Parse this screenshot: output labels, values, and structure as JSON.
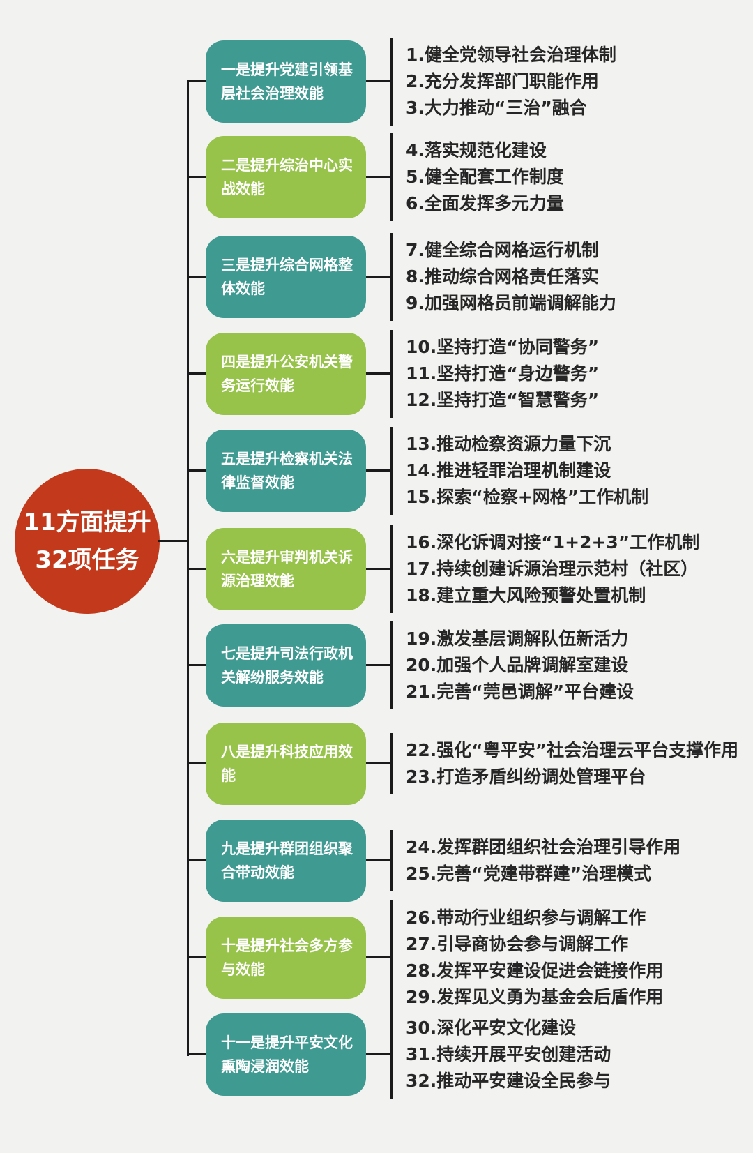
{
  "colors": {
    "teal": "#3f9a92",
    "green": "#97c34a",
    "red": "#c23a1b",
    "background": "#f2f2f0",
    "line": "#1b1b1b"
  },
  "root": {
    "line1": "11方面提升",
    "line2": "32项任务"
  },
  "branches": [
    {
      "label": "一是提升党建引领基层社会治理效能",
      "color": "teal",
      "tasks": [
        "1.健全党领导社会治理体制",
        "2.充分发挥部门职能作用",
        "3.大力推动“三治”融合"
      ]
    },
    {
      "label": "二是提升综治中心实战效能",
      "color": "green",
      "tasks": [
        "4.落实规范化建设",
        "5.健全配套工作制度",
        "6.全面发挥多元力量"
      ]
    },
    {
      "label": "三是提升综合网格整体效能",
      "color": "teal",
      "tasks": [
        "7.健全综合网格运行机制",
        "8.推动综合网格责任落实",
        "9.加强网格员前端调解能力"
      ]
    },
    {
      "label": "四是提升公安机关警务运行效能",
      "color": "green",
      "tasks": [
        "10.坚持打造“协同警务”",
        "11.坚持打造“身边警务”",
        "12.坚持打造“智慧警务”"
      ]
    },
    {
      "label": "五是提升检察机关法律监督效能",
      "color": "teal",
      "tasks": [
        "13.推动检察资源力量下沉",
        "14.推进轻罪治理机制建设",
        "15.探索“检察+网格”工作机制"
      ]
    },
    {
      "label": "六是提升审判机关诉源治理效能",
      "color": "green",
      "tasks": [
        "16.深化诉调对接“1+2+3”工作机制",
        "17.持续创建诉源治理示范村（社区）",
        "18.建立重大风险预警处置机制"
      ]
    },
    {
      "label": "七是提升司法行政机关解纷服务效能",
      "color": "teal",
      "tasks": [
        "19.激发基层调解队伍新活力",
        "20.加强个人品牌调解室建设",
        "21.完善“莞邑调解”平台建设"
      ]
    },
    {
      "label": "八是提升科技应用效能",
      "color": "green",
      "tasks": [
        "22.强化“粤平安”社会治理云平台支撑作用",
        "23.打造矛盾纠纷调处管理平台"
      ]
    },
    {
      "label": "九是提升群团组织聚合带动效能",
      "color": "teal",
      "tasks": [
        "24.发挥群团组织社会治理引导作用",
        "25.完善“党建带群建”治理模式"
      ]
    },
    {
      "label": "十是提升社会多方参与效能",
      "color": "green",
      "tasks": [
        "26.带动行业组织参与调解工作",
        "27.引导商协会参与调解工作",
        "28.发挥平安建设促进会链接作用",
        "29.发挥见义勇为基金会后盾作用"
      ]
    },
    {
      "label": "十一是提升平安文化熏陶浸润效能",
      "color": "teal",
      "tasks": [
        "30.深化平安文化建设",
        "31.持续开展平安创建活动",
        "32.推动平安建设全民参与"
      ]
    }
  ]
}
